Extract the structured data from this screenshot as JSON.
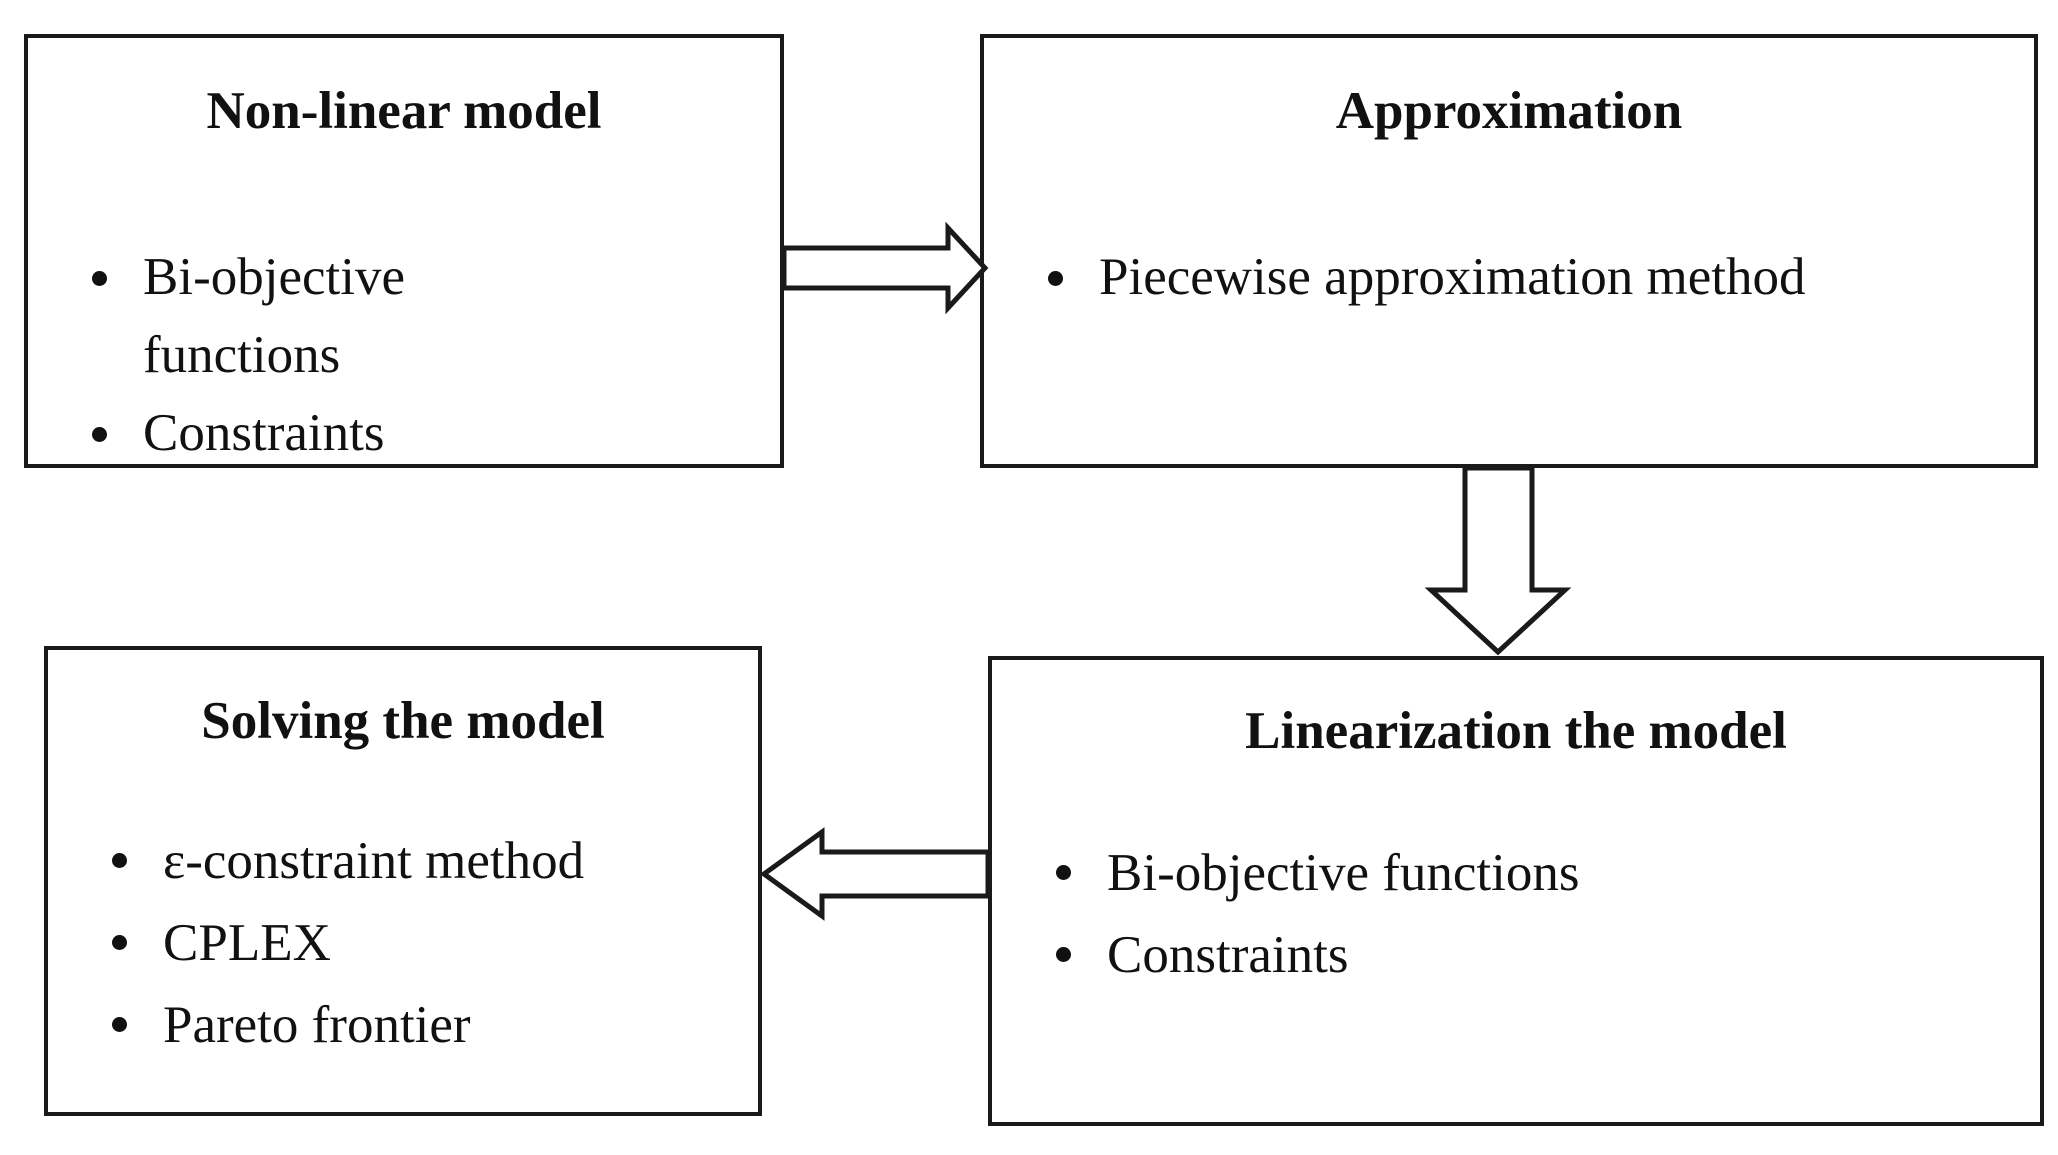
{
  "boxes": {
    "nonlinear": {
      "title": "Non-linear model",
      "items": [
        "Bi-objective functions",
        "Constraints"
      ]
    },
    "approximation": {
      "title": "Approximation",
      "items": [
        "Piecewise approximation method"
      ]
    },
    "linearization": {
      "title": "Linearization the model",
      "items": [
        "Bi-objective functions",
        "Constraints"
      ]
    },
    "solving": {
      "title": "Solving the model",
      "items": [
        "ε-constraint method",
        "CPLEX",
        "Pareto frontier"
      ]
    }
  },
  "arrows": [
    {
      "from": "nonlinear",
      "to": "approximation",
      "direction": "right"
    },
    {
      "from": "approximation",
      "to": "linearization",
      "direction": "down"
    },
    {
      "from": "linearization",
      "to": "solving",
      "direction": "left"
    }
  ],
  "colors": {
    "stroke": "#1a1a1a",
    "background": "#ffffff",
    "text": "#111111"
  }
}
